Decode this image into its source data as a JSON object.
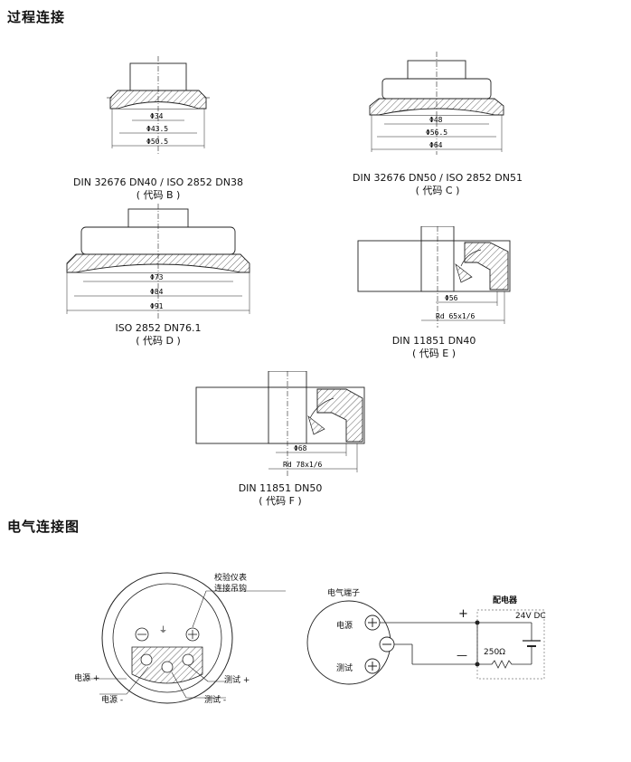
{
  "section_process": "过程连接",
  "section_electrical": "电气连接图",
  "fittings": {
    "b": {
      "dims": [
        "Φ34",
        "Φ43.5",
        "Φ50.5"
      ],
      "name": "DIN 32676 DN40 / ISO 2852 DN38",
      "code": "( 代码 B )"
    },
    "c": {
      "dims": [
        "Φ48",
        "Φ56.5",
        "Φ64"
      ],
      "name": "DIN 32676 DN50 / ISO 2852 DN51",
      "code": "( 代码 C )"
    },
    "d": {
      "dims": [
        "Φ73",
        "Φ84",
        "Φ91"
      ],
      "name": "ISO 2852 DN76.1",
      "code": "( 代码 D )"
    },
    "e": {
      "dims": [
        "Φ56",
        "Rd 65x1/6"
      ],
      "name": "DIN 11851 DN40",
      "code": "( 代码 E )"
    },
    "f": {
      "dims": [
        "Φ68",
        "Rd 78x1/6"
      ],
      "name": "DIN 11851 DN50",
      "code": "( 代码 F )"
    }
  },
  "wiring": {
    "calib_hook_l1": "校验仪表",
    "calib_hook_l2": "连接吊钩",
    "power_plus": "电源 +",
    "power_minus": "电源 -",
    "test_plus": "测试 +",
    "test_minus": "测试 -",
    "terminal_title": "电气端子",
    "terminal_power": "电源",
    "terminal_test": "测试",
    "relay_title": "配电器",
    "supply": "24V DC",
    "resistor": "250Ω",
    "plus_sign": "+",
    "minus_sign": "—"
  }
}
